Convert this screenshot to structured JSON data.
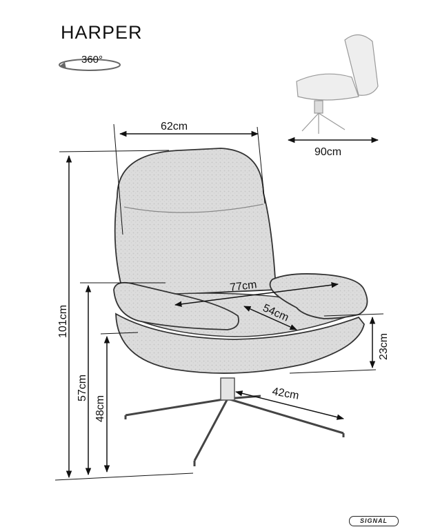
{
  "product": {
    "name": "HARPER",
    "rotation_label": "360°"
  },
  "dimensions": {
    "top_width": "62cm",
    "overall_width": "90cm",
    "seat_width": "77cm",
    "seat_depth": "54cm",
    "total_height": "101cm",
    "armrest_height": "57cm",
    "seat_height": "48cm",
    "armrest_to_seat": "23cm",
    "base_radius": "42cm"
  },
  "brand": {
    "logo_text": "SIGNAL"
  },
  "colors": {
    "upholstery": "#d9d9d9",
    "line": "#1a1a1a",
    "base": "#444444"
  }
}
